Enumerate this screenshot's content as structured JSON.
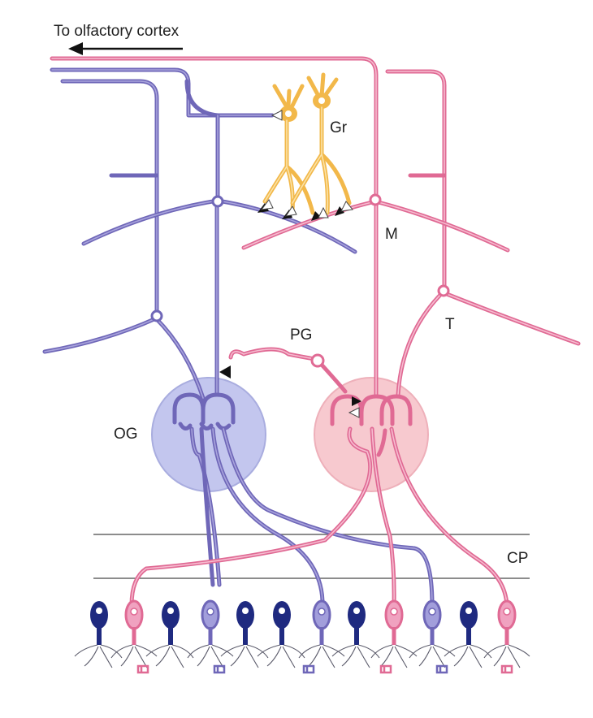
{
  "figure": {
    "arrow_label": "To olfactory cortex",
    "labels": {
      "granule": "Gr",
      "mitral": "M",
      "tufted": "T",
      "periglomerular": "PG",
      "glomerulus_blue": "OG",
      "cribriform_plate": "CP"
    }
  },
  "colors": {
    "blue_pathway": "#6f67b8",
    "pink_pathway": "#e06a94",
    "granule_cells": "#f2b84a",
    "receptor_dark": "#1f2a80",
    "glomerulus_blue_fill": "#c3c6ee",
    "glomerulus_pink_fill": "#f7c9cf",
    "synapse_excitatory": "#ffffff",
    "synapse_inhibitory": "#000000"
  },
  "icons": {
    "arrow": "left-arrow",
    "excitatory_synapse": "white-arrow",
    "inhibitory_synapse": "black-arrow"
  }
}
